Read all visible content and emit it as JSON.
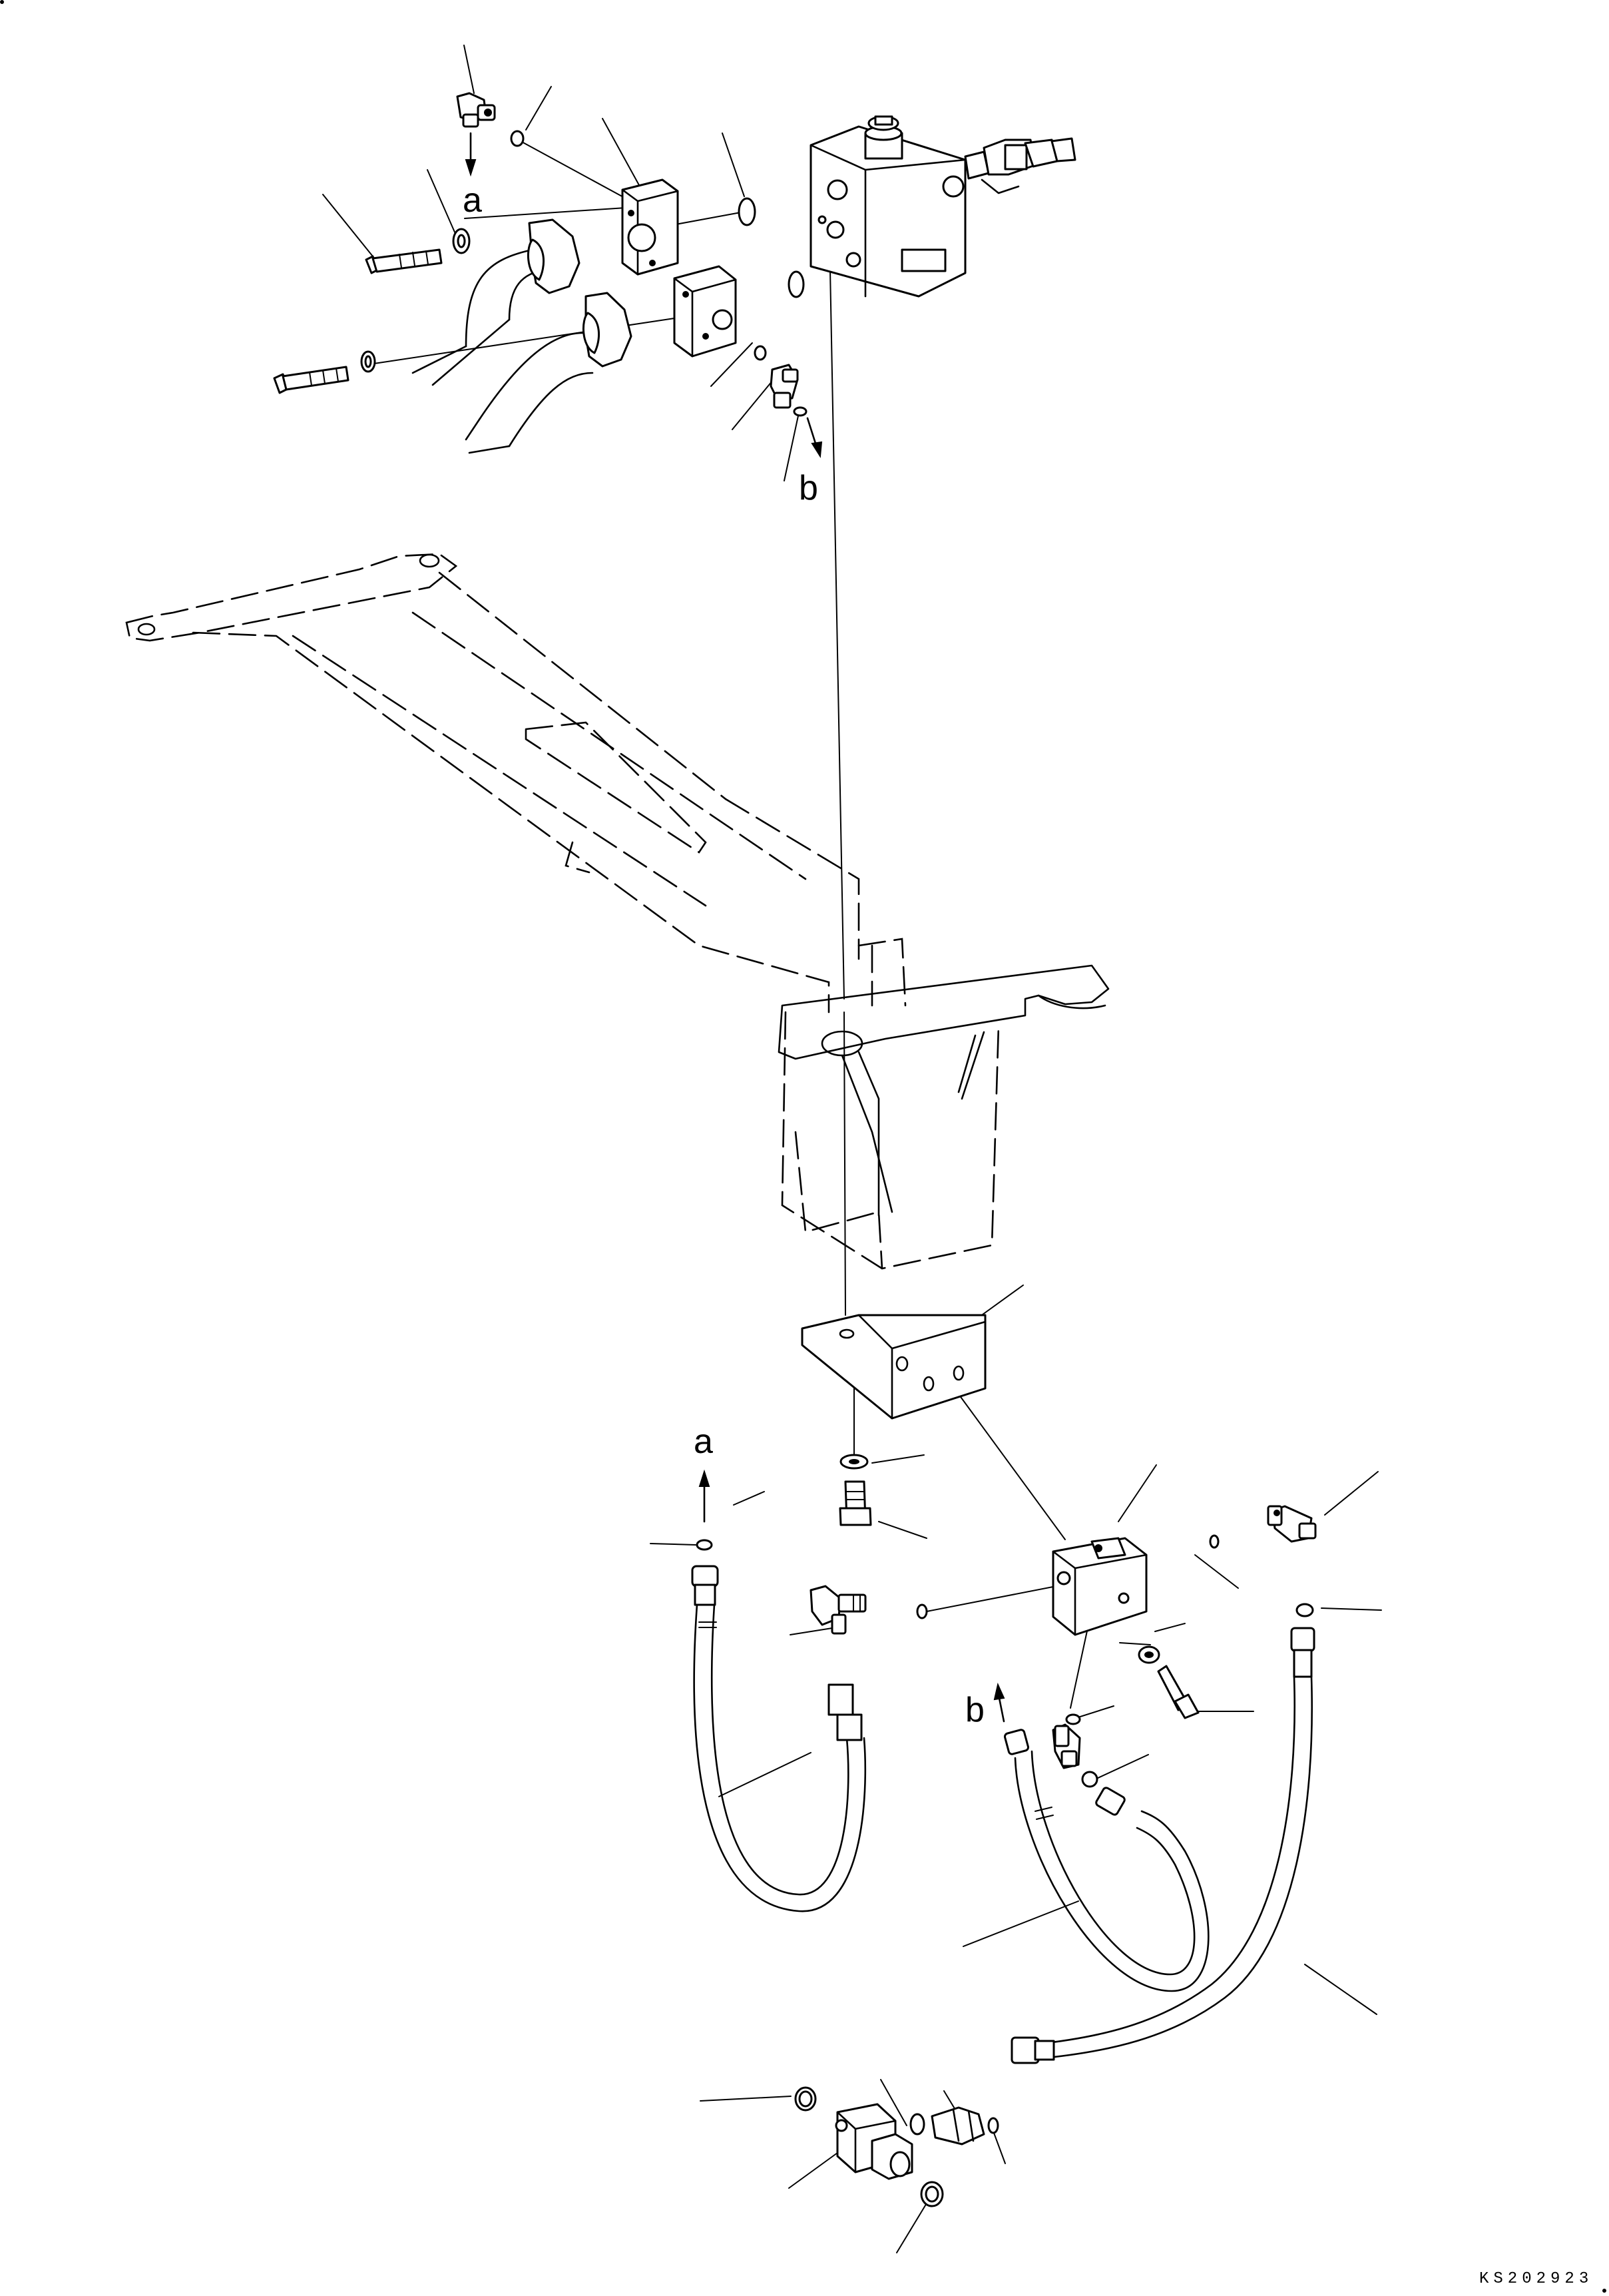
{
  "drawing": {
    "code": "KS202923",
    "view_letters": {
      "a_top": "a",
      "b_top": "b",
      "a_bottom": "a",
      "b_bottom": "b"
    }
  }
}
